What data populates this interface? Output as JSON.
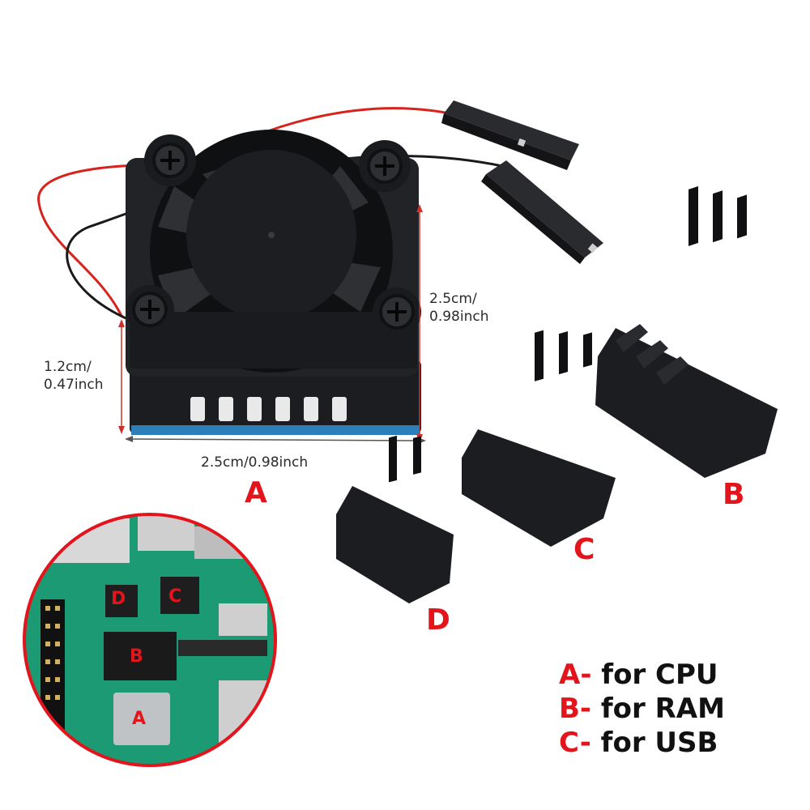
{
  "dimensions": {
    "fan_height": "2.5cm/ 0.98inch",
    "fan_height_line1": "2.5cm/",
    "fan_height_line2": "0.98inch",
    "heatsink_height_line1": "1.2cm/",
    "heatsink_height_line2": "0.47inch",
    "fan_width": "2.5cm/0.98inch"
  },
  "part_labels": {
    "a": "A",
    "b": "B",
    "c": "C",
    "d": "D"
  },
  "board_labels": {
    "a": "A",
    "b": "B",
    "c": "C",
    "d": "D"
  },
  "legend": [
    {
      "key": "A-",
      "text": " for CPU"
    },
    {
      "key": "B-",
      "text": " for RAM"
    },
    {
      "key": "C-",
      "text": " for USB"
    }
  ],
  "colors": {
    "accent_red": "#e3141b",
    "board_green": "#1c9a73",
    "heatsink_black": "#1c1d20"
  }
}
